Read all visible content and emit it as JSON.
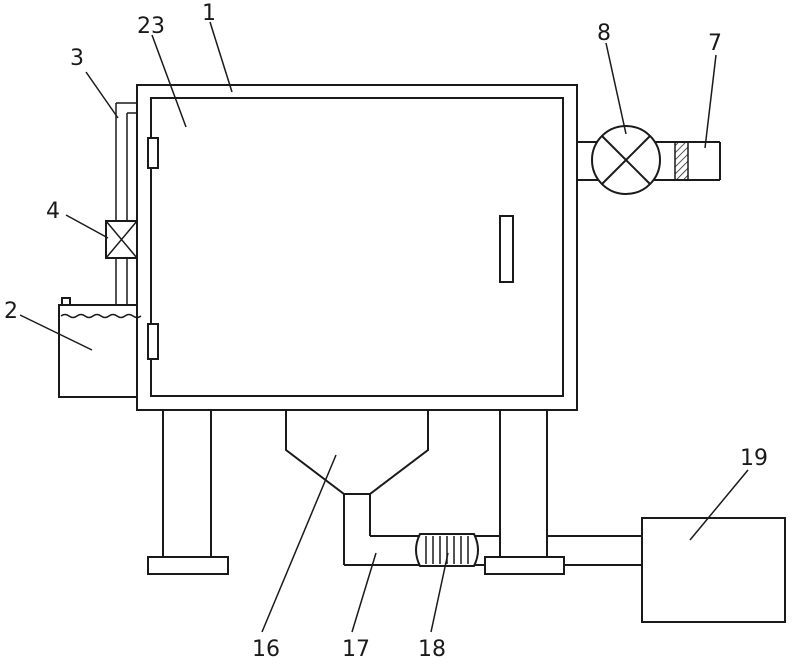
{
  "diagram": {
    "line_color": "#1a1a1a",
    "background": "#ffffff",
    "labels": {
      "l1": "1",
      "l2": "2",
      "l3": "3",
      "l4": "4",
      "l7": "7",
      "l8": "8",
      "l16": "16",
      "l17": "17",
      "l18": "18",
      "l19": "19",
      "l23": "23"
    }
  }
}
